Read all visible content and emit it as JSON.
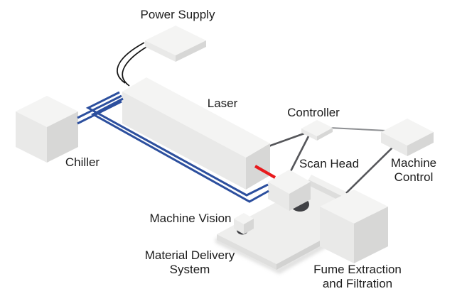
{
  "labels": {
    "power_supply": "Power Supply",
    "laser": "Laser",
    "chiller": "Chiller",
    "controller": "Controller",
    "scan_head": "Scan Head",
    "machine_control": "Machine\nControl",
    "machine_vision": "Machine Vision",
    "material_delivery_system": "Material Delivery\nSystem",
    "fume_extraction": "Fume Extraction\nand Filtration"
  },
  "colors": {
    "background": "#ffffff",
    "text": "#1c1c1c",
    "coolant_line": "#2c4f9e",
    "laser_beam": "#e8191c",
    "cable_dark": "#55565a",
    "cable_light": "#8d8f92",
    "cable_black": "#141414",
    "lens": "#404145",
    "box_top": "#f4f4f3",
    "box_front": "#e9e9e8",
    "box_side": "#d7d7d6",
    "platform_top": "#eeeeed",
    "platform_front": "#dfdfde",
    "platform_side": "#d2d2d1",
    "rail_top": "#f1f1f0",
    "rail_front": "#dddddc",
    "shadow": "#c4c4c3"
  }
}
